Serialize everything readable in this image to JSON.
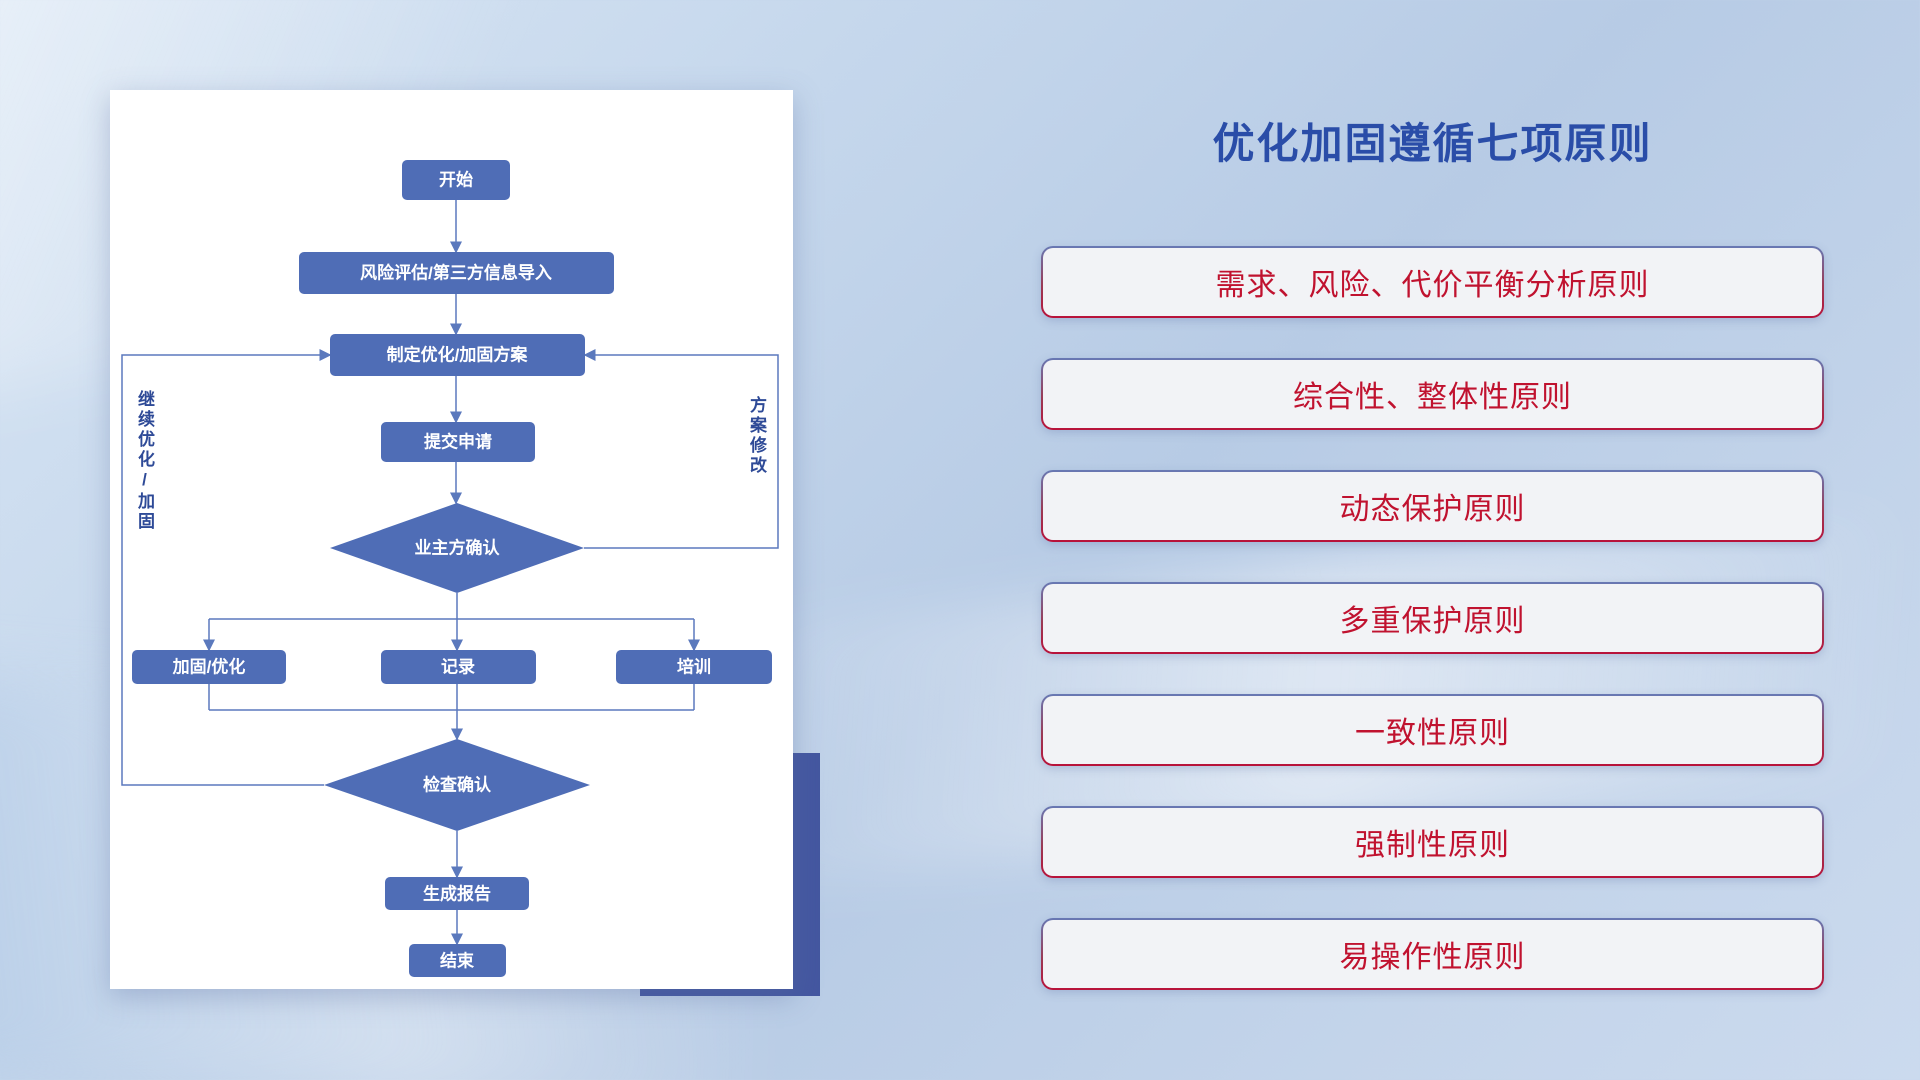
{
  "flowchart": {
    "nodes": {
      "start": "开始",
      "risk_import": "风险评估/第三方信息导入",
      "make_plan": "制定优化/加固方案",
      "submit": "提交申请",
      "owner_confirm": "业主方确认",
      "reinforce": "加固/优化",
      "record": "记录",
      "training": "培训",
      "check_confirm": "检查确认",
      "report": "生成报告",
      "end": "结束"
    },
    "edge_labels": {
      "continue_optimize": "继续优化/加固",
      "plan_modify": "方案修改"
    },
    "colors": {
      "node_fill": "#4f6db6",
      "line": "#5b79bd",
      "node_text": "#ffffff"
    }
  },
  "principles": {
    "heading": "优化加固遵循七项原则",
    "text_color": "#c0122f",
    "items": [
      "需求、风险、代价平衡分析原则",
      "综合性、整体性原则",
      "动态保护原则",
      "多重保护原则",
      "一致性原则",
      "强制性原则",
      "易操作性原则"
    ]
  }
}
